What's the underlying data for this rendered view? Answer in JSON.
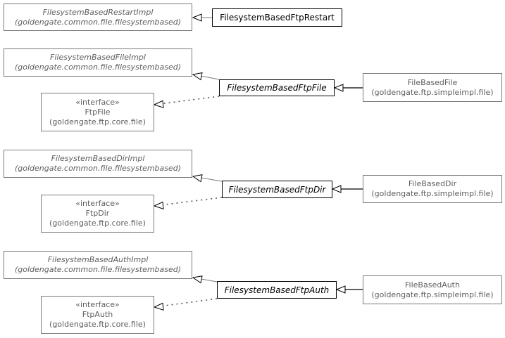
{
  "diagram": {
    "restart": {
      "parent_name": "FilesystemBasedRestartImpl",
      "parent_pkg": "(goldengate.common.file.filesystembased)",
      "class_name": "FilesystemBasedFtpRestart"
    },
    "file": {
      "parent_name": "FilesystemBasedFileImpl",
      "parent_pkg": "(goldengate.common.file.filesystembased)",
      "iface_stereo": "«interface»",
      "iface_name": "FtpFile",
      "iface_pkg": "(goldengate.ftp.core.file)",
      "class_name": "FilesystemBasedFtpFile",
      "sub_name": "FileBasedFile",
      "sub_pkg": "(goldengate.ftp.simpleimpl.file)"
    },
    "dir": {
      "parent_name": "FilesystemBasedDirImpl",
      "parent_pkg": "(goldengate.common.file.filesystembased)",
      "iface_stereo": "«interface»",
      "iface_name": "FtpDir",
      "iface_pkg": "(goldengate.ftp.core.file)",
      "class_name": "FilesystemBasedFtpDir",
      "sub_name": "FileBasedDir",
      "sub_pkg": "(goldengate.ftp.simpleimpl.file)"
    },
    "auth": {
      "parent_name": "FilesystemBasedAuthImpl",
      "parent_pkg": "(goldengate.common.file.filesystembased)",
      "iface_stereo": "«interface»",
      "iface_name": "FtpAuth",
      "iface_pkg": "(goldengate.ftp.core.file)",
      "class_name": "FilesystemBasedFtpAuth",
      "sub_name": "FileBasedAuth",
      "sub_pkg": "(goldengate.ftp.simpleimpl.file)"
    }
  }
}
